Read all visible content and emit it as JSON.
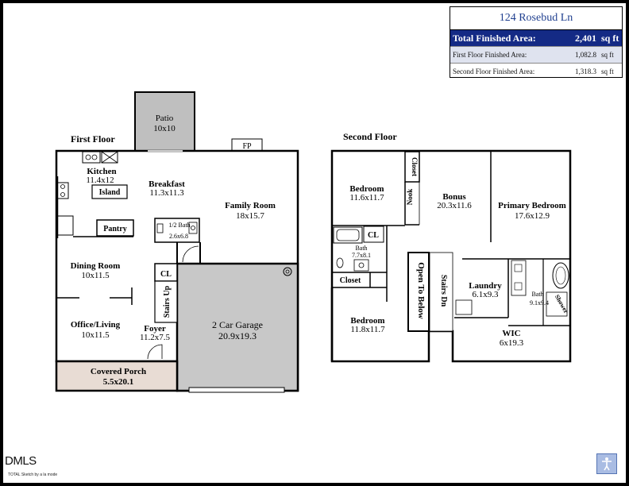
{
  "info": {
    "address": "124 Rosebud Ln",
    "total_label": "Total Finished Area:",
    "total_value": "2,401",
    "total_unit": "sq ft",
    "first_label": "First Floor Finished Area:",
    "first_value": "1,082.8",
    "first_unit": "sq ft",
    "second_label": "Second Floor Finished Area:",
    "second_value": "1,318.3",
    "second_unit": "sq ft"
  },
  "first_floor": {
    "title": "First Floor",
    "patio": {
      "name": "Patio",
      "size": "10x10"
    },
    "fp": "FP",
    "kitchen": {
      "name": "Kitchen",
      "size": "11.4x12"
    },
    "island": "Island",
    "breakfast": {
      "name": "Breakfast",
      "size": "11.3x11.3"
    },
    "family_room": {
      "name": "Family Room",
      "size": "18x15.7"
    },
    "pantry": "Pantry",
    "half_bath": {
      "name": "1/2 Bath",
      "size": "2.6x6.8"
    },
    "dining_room": {
      "name": "Dining Room",
      "size": "10x11.5"
    },
    "cl": "CL",
    "stairs_up": "Stairs Up",
    "office": {
      "name": "Office/Living",
      "size": "10x11.5"
    },
    "foyer": {
      "name": "Foyer",
      "size": "11.2x7.5"
    },
    "garage": {
      "name": "2 Car Garage",
      "size": "20.9x19.3"
    },
    "porch": {
      "name": "Covered Porch",
      "size": "5.5x20.1"
    }
  },
  "second_floor": {
    "title": "Second Floor",
    "bedroom1": {
      "name": "Bedroom",
      "size": "11.6x11.7"
    },
    "closet_v": "Closet",
    "nook": "Nook",
    "bonus": {
      "name": "Bonus",
      "size": "20.3x11.6"
    },
    "primary": {
      "name": "Primary Bedroom",
      "size": "17.6x12.9"
    },
    "cl": "CL",
    "bath": {
      "name": "Bath",
      "size": "7.7x8.1"
    },
    "closet": "Closet",
    "open_to_below": "Open To Below",
    "stairs_dn": "Stairs Dn",
    "laundry": {
      "name": "Laundry",
      "size": "6.1x9.3"
    },
    "bath2": {
      "name": "Bath",
      "size": "9.1x9.4"
    },
    "shower": "Shower",
    "bedroom2": {
      "name": "Bedroom",
      "size": "11.8x11.7"
    },
    "wic": {
      "name": "WIC",
      "size": "6x19.3"
    }
  },
  "footer": {
    "brand": "DMLS",
    "credit": "TOTAL Sketch by a la mode"
  },
  "colors": {
    "header_band": "#142a85",
    "patio_fill": "#bfbfbf",
    "garage_fill": "#c8c8c8",
    "porch_fill": "#e8dcd4"
  }
}
